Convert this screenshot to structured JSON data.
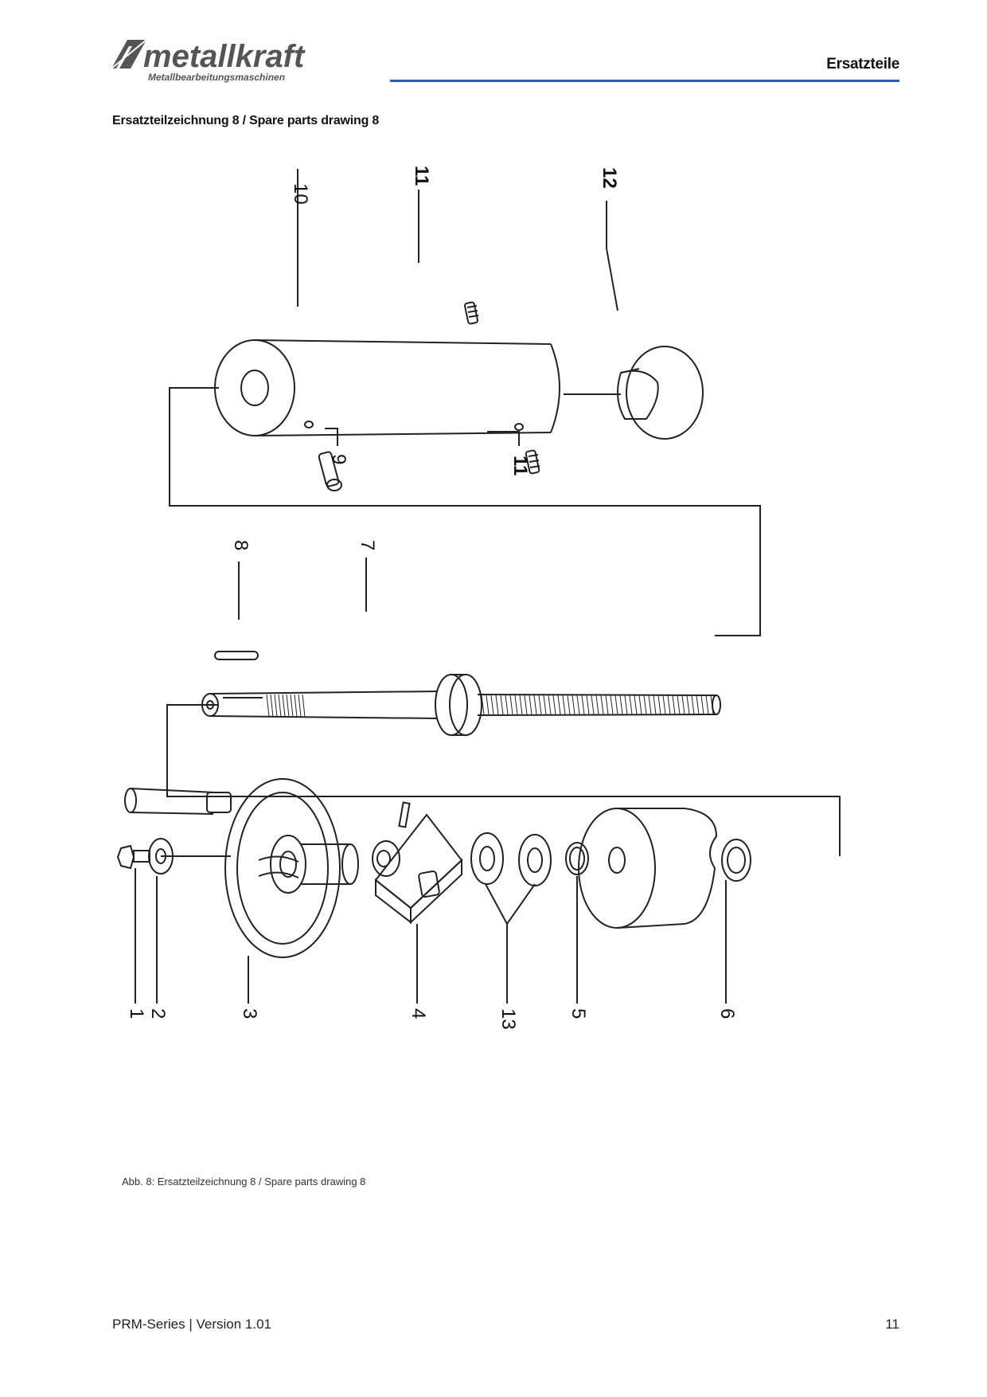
{
  "header": {
    "brand_name": "metallkraft",
    "brand_tagline": "Metallbearbeitungsmaschinen",
    "section": "Ersatzteile"
  },
  "title": "Ersatzteilzeichnung 8 / Spare parts drawing 8",
  "drawing": {
    "part_labels": [
      "1",
      "2",
      "3",
      "4",
      "5",
      "6",
      "7",
      "8",
      "9",
      "10",
      "11",
      "11",
      "12",
      "13"
    ]
  },
  "caption": "Abb. 8: Ersatzteilzeichnung 8 / Spare parts drawing 8",
  "footer": {
    "doc_version": "PRM-Series | Version 1.01",
    "page_number": "11"
  },
  "colors": {
    "accent_rule": "#2a5cb8",
    "logo_gray": "#555555"
  }
}
